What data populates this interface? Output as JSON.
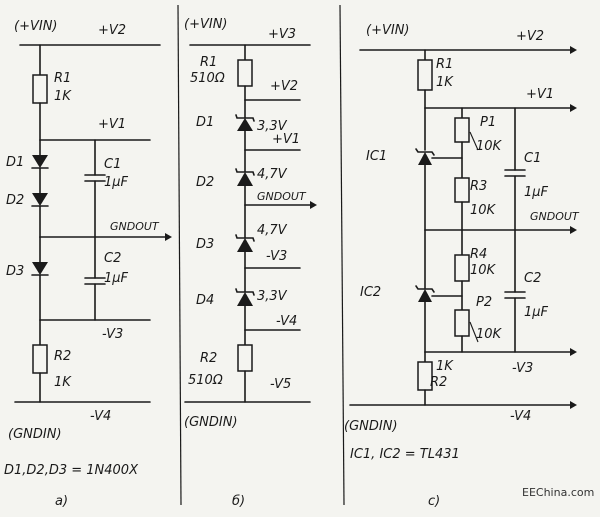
{
  "panel_a": {
    "vin": "(+VIN)",
    "v2": "+V2",
    "v1": "+V1",
    "gndout": "GNDOUT",
    "v3": "-V3",
    "v4": "-V4",
    "gndin": "(GNDIN)",
    "r1": "R1",
    "r1v": "1K",
    "d1": "D1",
    "d2": "D2",
    "d3": "D3",
    "c1": "C1",
    "c1v": "1µF",
    "c2": "C2",
    "c2v": "1µF",
    "r2": "R2",
    "r2v": "1K",
    "note": "D1,D2,D3 = 1N400X",
    "caption": "a)"
  },
  "panel_b": {
    "vin": "(+VIN)",
    "v3": "+V3",
    "r1": "R1",
    "r1v": "510Ω",
    "v2": "+V2",
    "d1": "D1",
    "d1v": "3,3V",
    "v1": "+V1",
    "d2": "D2",
    "d2v": "4,7V",
    "gndout": "GNDOUT",
    "d3": "D3",
    "d3v": "4,7V",
    "v3n": "-V3",
    "d4": "D4",
    "d4v": "3,3V",
    "v4": "-V4",
    "r2": "R2",
    "r2v": "510Ω",
    "v5": "-V5",
    "gndin": "(GNDIN)",
    "caption": "б)"
  },
  "panel_c": {
    "vin": "(+VIN)",
    "v2": "+V2",
    "r1": "R1",
    "r1v": "1K",
    "v1": "+V1",
    "ic1": "IC1",
    "p1": "P1",
    "p1v": "10K",
    "c1": "C1",
    "c1v": "1µF",
    "r3": "R3",
    "r3v": "10K",
    "gndout": "GNDOUT",
    "r4": "R4",
    "r4v": "10K",
    "c2": "C2",
    "c2v": "1µF",
    "ic2": "IC2",
    "p2": "P2",
    "p2v": "10K",
    "r2v": "1K",
    "r2": "R2",
    "v3": "-V3",
    "gndin": "(GNDIN)",
    "v4": "-V4",
    "note": "IC1, IC2 = TL431",
    "caption": "c)"
  },
  "watermark": "EEChina.com"
}
